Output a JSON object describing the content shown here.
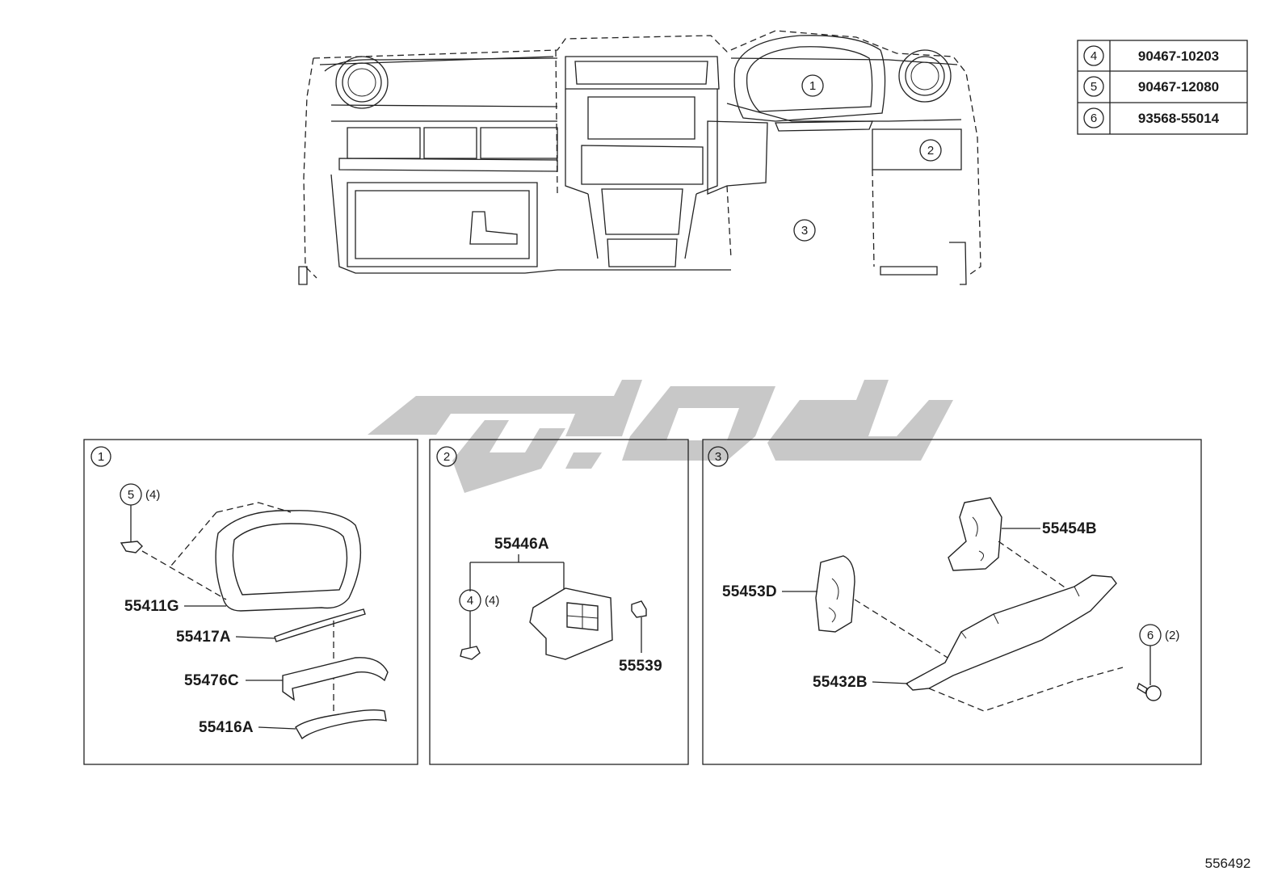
{
  "reference_table": [
    {
      "ref": "4",
      "part_no": "90467-10203"
    },
    {
      "ref": "5",
      "part_no": "90467-12080"
    },
    {
      "ref": "6",
      "part_no": "93568-55014"
    }
  ],
  "overview_callouts": [
    "1",
    "2",
    "3"
  ],
  "panels": [
    {
      "id": "1",
      "parts": [
        {
          "label": "55411G"
        },
        {
          "label": "55417A"
        },
        {
          "label": "55476C"
        },
        {
          "label": "55416A"
        }
      ],
      "fastener": {
        "ref": "5",
        "qty": "(4)"
      }
    },
    {
      "id": "2",
      "parts": [
        {
          "label": "55446A"
        },
        {
          "label": "55539"
        }
      ],
      "fastener": {
        "ref": "4",
        "qty": "(4)"
      }
    },
    {
      "id": "3",
      "parts": [
        {
          "label": "55454B"
        },
        {
          "label": "55453D"
        },
        {
          "label": "55432B"
        }
      ],
      "fastener": {
        "ref": "6",
        "qty": "(2)"
      }
    }
  ],
  "diagram_number": "556492"
}
